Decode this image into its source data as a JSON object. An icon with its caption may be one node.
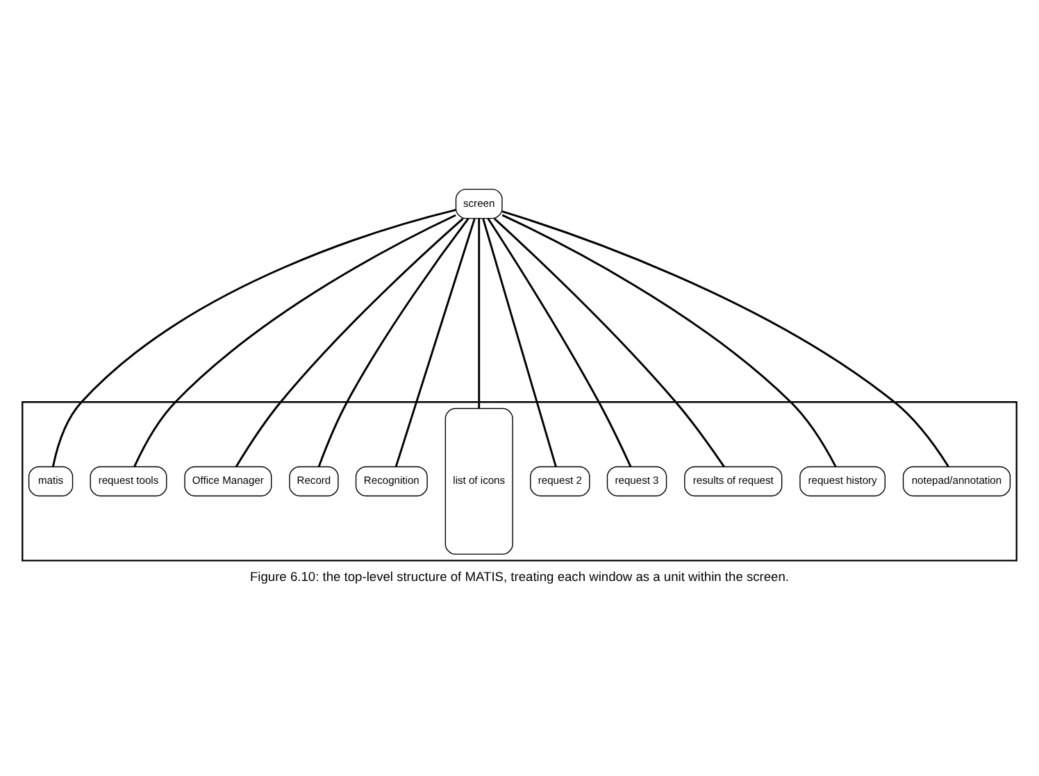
{
  "diagram": {
    "caption": "Figure 6.10: the top-level structure of MATIS, treating each window as a unit within the screen.",
    "nodes": [
      {
        "text": [
          "screen"
        ]
      },
      {
        "text": [],
        "shape": "box"
      },
      {
        "text": [
          "matis"
        ],
        "in": 1
      },
      {
        "text": [
          "request tools"
        ],
        "in": 1
      },
      {
        "text": [
          "Office Manager"
        ],
        "in": 1
      },
      {
        "text": [
          "Record"
        ],
        "in": 1
      },
      {
        "text": [
          "Recognition"
        ],
        "in": 1
      },
      {
        "text": [
          "list of icons"
        ],
        "in": 1
      },
      {
        "text": [
          "request 2"
        ],
        "in": 1
      },
      {
        "text": [
          "request 3"
        ],
        "in": 1
      },
      {
        "text": [
          "results of request"
        ],
        "in": 1
      },
      {
        "text": [
          "request history"
        ],
        "in": 1
      },
      {
        "text": [
          "notepad/annotation"
        ],
        "in": 1
      }
    ],
    "edges": [
      {
        "from": 0,
        "to": 2,
        "arrow": "none"
      },
      {
        "from": 0,
        "to": 8,
        "arrow": "none"
      },
      {
        "from": 0,
        "to": 9,
        "arrow": "none"
      },
      {
        "from": 0,
        "to": 11,
        "arrow": "none"
      },
      {
        "from": 0,
        "to": 10,
        "arrow": "none"
      },
      {
        "from": 0,
        "to": 3,
        "arrow": "none"
      },
      {
        "from": 0,
        "to": 12,
        "arrow": "none"
      },
      {
        "from": 0,
        "to": 6,
        "arrow": "none"
      },
      {
        "from": 0,
        "to": 4,
        "arrow": "none"
      },
      {
        "from": 0,
        "to": 5,
        "arrow": "none"
      },
      {
        "from": 0,
        "to": 7,
        "arrow": "none"
      }
    ]
  }
}
